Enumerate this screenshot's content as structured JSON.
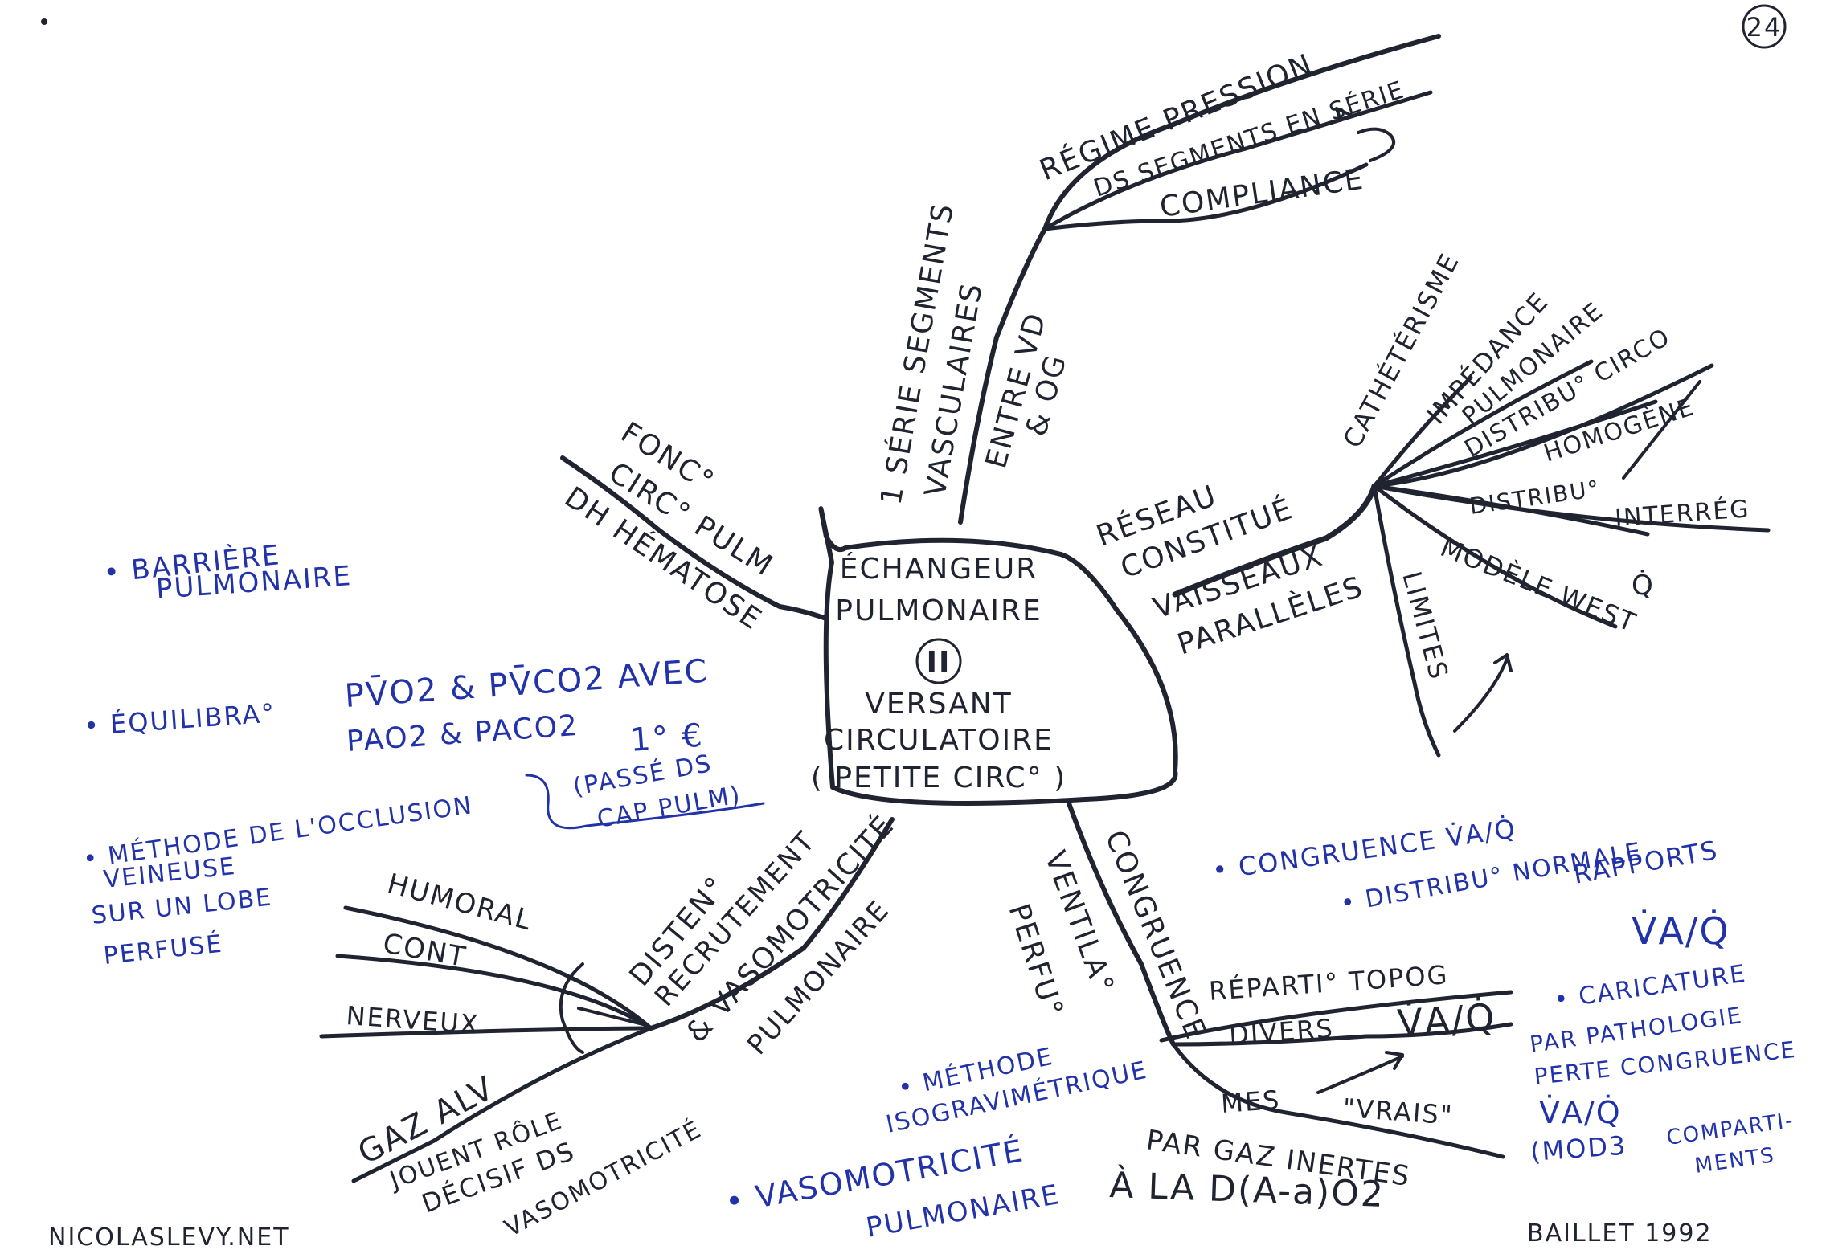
{
  "page_number": "24",
  "center": {
    "title_line1": "ÉCHANGEUR",
    "title_line2": "PULMONAIRE",
    "roman": "II",
    "sub_line1": "VERSANT",
    "sub_line2": "CIRCULATOIRE",
    "sub_line3": "( PETITE CIRC° )"
  },
  "branch_top": {
    "main_1": "1 SÉRIE SEGMENTS",
    "main_2": "VASCULAIRES",
    "main_3": "ENTRE VD",
    "main_4": "& OG",
    "sub_1": "RÉGIME PRESSION",
    "sub_2": "DS SEGMENTS EN SÉRIE",
    "sub_3": "COMPLIANCE"
  },
  "branch_right": {
    "main_1": "RÉSEAU",
    "main_2": "CONSTITUÉ",
    "main_3": "VAISSEAUX",
    "main_4": "PARALLÈLES",
    "sub_cath": "CATHÉTÉRISME",
    "sub_imp": "IMPÉDANCE",
    "sub_imp2": "PULMONAIRE",
    "sub_distrib": "DISTRIBU° CIRCO",
    "sub_homog": "HOMOGÈNE",
    "sub_distrib2": "DISTRIBU°",
    "sub_interreg": "INTERRÉG",
    "sub_phi": "Q̇",
    "sub_west": "MODÈLE WEST",
    "sub_limites": "LIMITES"
  },
  "branch_left": {
    "main_1": "FONC°",
    "main_2": "CIRC° PULM",
    "main_3": "DH HÉMATOSE"
  },
  "branch_bottom_right": {
    "main_1": "CONGRUENCE",
    "main_2": "VENTILA°",
    "main_3": "PERFU°",
    "sub_repart": "RÉPARTI° TOPOG",
    "sub_divers": "DIVERS",
    "sub_vaq": "V̇A/Q̇",
    "sub_mes": "MES",
    "sub_vrais": "\"VRAIS\"",
    "sub_par": "PAR GAZ INERTES",
    "sub_ala": "À LA D(A-a)O2"
  },
  "branch_bottom_left": {
    "main_1": "DISTEN°",
    "main_2": "RECRUTEMENT",
    "main_3": "& VASOMOTRICITÉ",
    "main_4": "PULMONAIRE",
    "sub_humoral": "HUMORAL",
    "sub_cont": "CONT",
    "sub_nerveux": "NERVEUX",
    "sub_gaz": "GAZ ALV",
    "sub_jouent_1": "JOUENT RÔLE",
    "sub_jouent_2": "DÉCISIF DS",
    "sub_jouent_3": "VASOMOTRICITÉ"
  },
  "notes_left": {
    "barriere_1": "• BARRIÈRE",
    "barriere_2": "PULMONAIRE",
    "equil_1": "• ÉQUILIBRA°",
    "equil_2": "PV̄O2 & PV̄CO2 AVEC",
    "equil_3": "PAO2 & PACO2",
    "equil_4": "1° €",
    "equil_5": "(PASSÉ DS",
    "equil_6": "CAP PULM)",
    "method_1": "• MÉTHODE DE L'OCCLUSION",
    "method_2": "VEINEUSE",
    "method_3": "SUR UN LOBE",
    "method_4": "PERFUSÉ"
  },
  "notes_right": {
    "cong": "• CONGRUENCE V̇A/Q̇",
    "distrib_1": "• DISTRIBU° NORMALE",
    "distrib_2": "RAPPORTS",
    "distrib_3": "V̇A/Q̇",
    "caric_1": "• CARICATURE",
    "caric_2": "PAR PATHOLOGIE",
    "caric_3": "PERTE CONGRUENCE",
    "caric_4": "V̇A/Q̇",
    "caric_5": "(MOD3",
    "caric_6": "COMPARTI-",
    "caric_7": "MENTS"
  },
  "notes_bottom": {
    "method_1": "• MÉTHODE",
    "method_2": "ISOGRAVIMÉTRIQUE",
    "vaso_1": "• VASOMOTRICITÉ",
    "vaso_2": "PULMONAIRE"
  },
  "footer": {
    "site": "NICOLASLEVY.NET",
    "ref": "BAILLET 1992"
  }
}
